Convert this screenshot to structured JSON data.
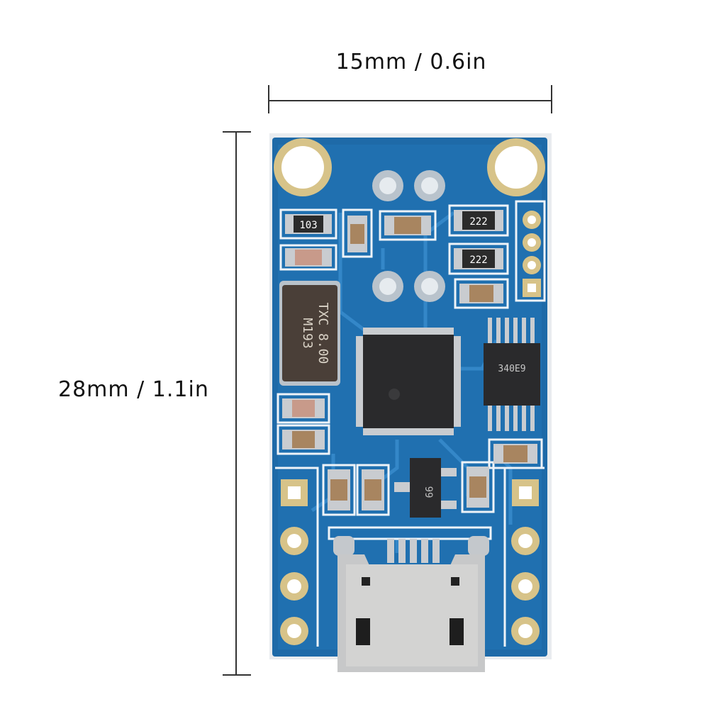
{
  "dimensions": {
    "width_label": "15mm / 0.6in",
    "height_label": "28mm / 1.1in"
  },
  "board": {
    "color": "#1f6fb0",
    "trace_color": "#2f86c8",
    "pad_color": "#d9c48a",
    "silkscreen_color": "#f4f7fb"
  },
  "components": {
    "crystal_line1": "TXC 8.00",
    "crystal_line2": "M193",
    "resistor_top_left": "103",
    "resistor_top_right_1": "222",
    "resistor_top_right_2": "222",
    "ic_small_marking": "340E9",
    "regulator_marking": "99"
  }
}
